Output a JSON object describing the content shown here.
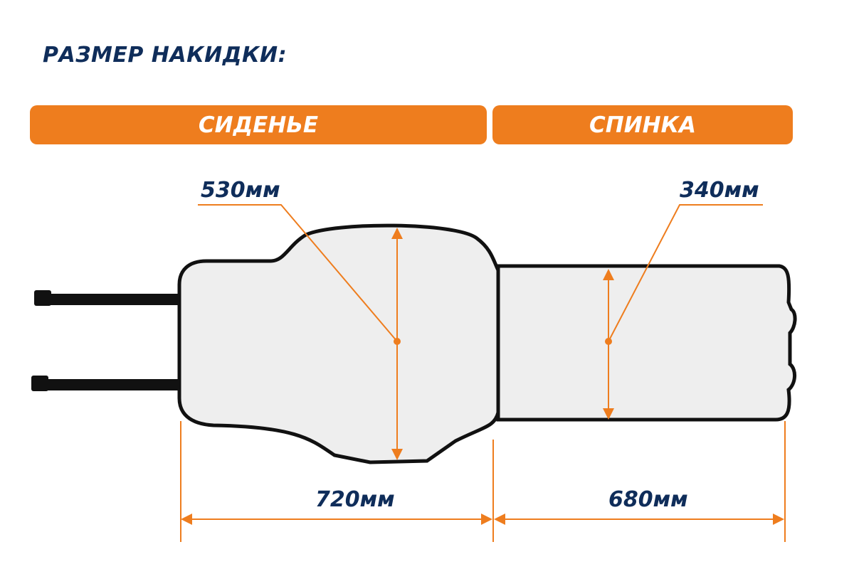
{
  "title": "РАЗМЕР НАКИДКИ:",
  "sections": {
    "seat": "СИДЕНЬЕ",
    "back": "СПИНКА"
  },
  "dimensions": {
    "seat_width": "530мм",
    "back_width": "340мм",
    "seat_length": "720мм",
    "back_length": "680мм"
  },
  "colors": {
    "accent": "#ee7d1e",
    "text": "#0f2d5a"
  }
}
